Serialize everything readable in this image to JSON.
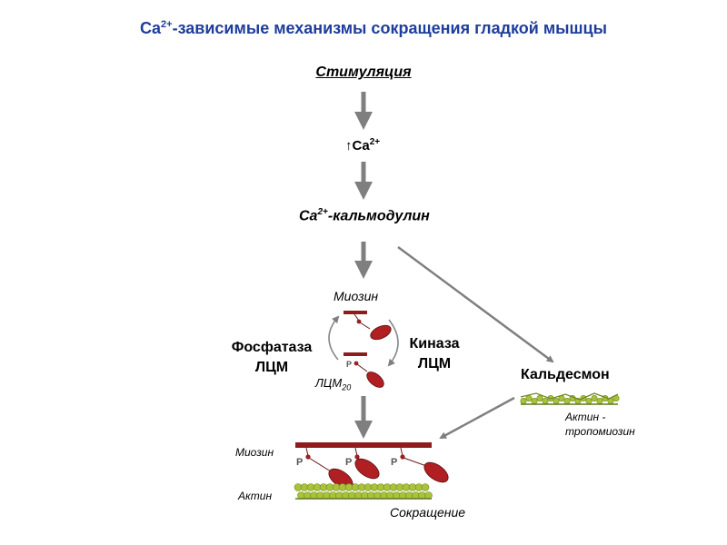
{
  "title": {
    "prefix": "Ca",
    "sup": "2+",
    "rest": "-зависимые механизмы сокращения гладкой мышцы"
  },
  "stimulation": "Стимуляция",
  "calcium": {
    "arrow": "↑",
    "base": "Ca",
    "sup": "2+"
  },
  "calmodulin": {
    "base": "Ca",
    "sup": "2+",
    "rest": "-кальмодулин"
  },
  "cycle": {
    "myosin_label": "Миозин",
    "phosphatase_line1": "Фосфатаза",
    "phosphatase_line2": "ЛЦМ",
    "kinase_line1": "Киназа",
    "kinase_line2": "ЛЦМ",
    "lcm_base": "ЛЦМ",
    "lcm_sub": "20",
    "phospho_mark": "P"
  },
  "caldesmon": {
    "label": "Кальдесмон",
    "actin_tropomyosin_line1": "Актин -",
    "actin_tropomyosin_line2": "тропомиозин"
  },
  "contraction": {
    "myosin_label": "Миозин",
    "actin_label": "Актин",
    "result_label": "Сокращение",
    "phospho_mark": "P"
  },
  "colors": {
    "title": "#1f3d9c",
    "arrow": "#7f7f7f",
    "myosin_bar": "#8e1c1c",
    "myosin_head": "#b01f22",
    "actin": "#a9c23a"
  }
}
